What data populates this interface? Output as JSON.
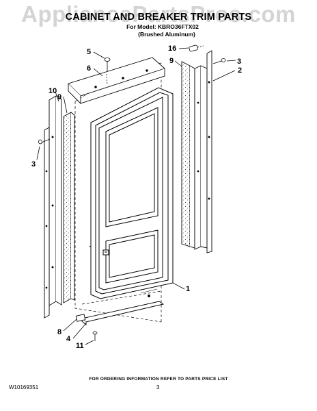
{
  "watermark": "AppliancePartsPros.com",
  "header": {
    "title": "CABINET AND BREAKER TRIM PARTS",
    "subtitle_model": "For Model: KBRO36FTX02",
    "subtitle_finish": "(Brushed Aluminum)"
  },
  "callouts": {
    "c1": "1",
    "c2": "2",
    "c3a": "3",
    "c3b": "3",
    "c4": "4",
    "c5": "5",
    "c6": "6",
    "c8": "8",
    "c9a": "9",
    "c9b": "9",
    "c10": "10",
    "c11": "11",
    "c16": "16"
  },
  "footer": {
    "ordering_note": "FOR ORDERING INFORMATION REFER TO PARTS PRICE LIST",
    "document_number": "W10169351",
    "page_number": "3"
  }
}
